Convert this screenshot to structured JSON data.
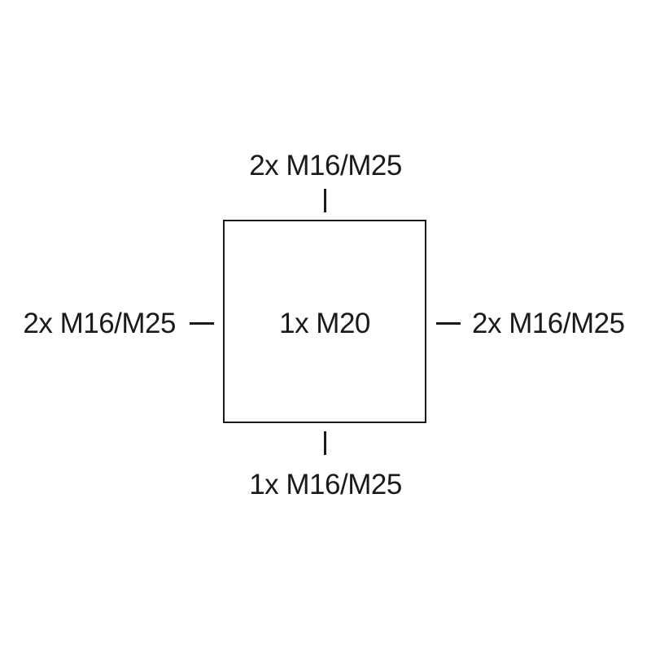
{
  "diagram": {
    "center_label": "1x M20",
    "top_label": "2x M16/M25",
    "bottom_label": "1x M16/M25",
    "left_label": "2x M16/M25",
    "right_label": "2x M16/M25"
  }
}
